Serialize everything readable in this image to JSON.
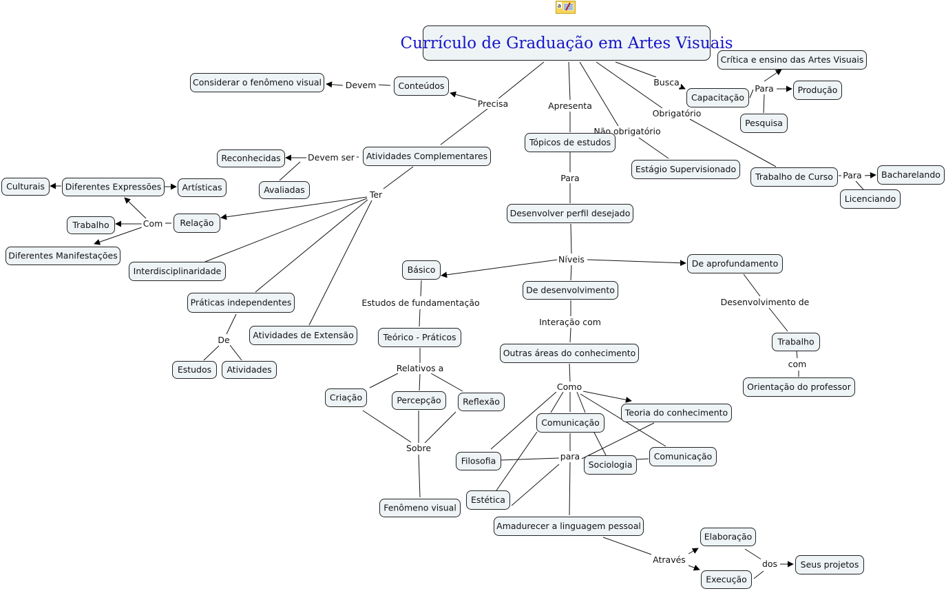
{
  "title": "Currículo de Graduação em Artes Visuais",
  "note_icon": "annotation-note-icon",
  "colors": {
    "title_text": "#1515c8",
    "node_fill": "#eef3f5",
    "node_border": "#222222",
    "line": "#111111"
  },
  "nodes": [
    {
      "id": "root",
      "label": "Currículo de Graduação em Artes Visuais"
    },
    {
      "id": "critica",
      "label": "Crítica e ensino das Artes Visuais"
    },
    {
      "id": "capacitacao",
      "label": "Capacitação"
    },
    {
      "id": "producao",
      "label": "Produção"
    },
    {
      "id": "pesquisa",
      "label": "Pesquisa"
    },
    {
      "id": "considerar",
      "label": "Considerar o fenômeno visual"
    },
    {
      "id": "conteudos",
      "label": "Conteúdos"
    },
    {
      "id": "topicos",
      "label": "Tópicos de estudos"
    },
    {
      "id": "estagio",
      "label": "Estágio Supervisionado"
    },
    {
      "id": "trabcurso",
      "label": "Trabalho de Curso"
    },
    {
      "id": "bacharelando",
      "label": "Bacharelando"
    },
    {
      "id": "licenciando",
      "label": "Licenciando"
    },
    {
      "id": "reconhecidas",
      "label": "Reconhecidas"
    },
    {
      "id": "ativcompl",
      "label": "Atividades Complementares"
    },
    {
      "id": "avaliadas",
      "label": "Avaliadas"
    },
    {
      "id": "culturais",
      "label": "Culturais"
    },
    {
      "id": "difexpr",
      "label": "Diferentes Expressões"
    },
    {
      "id": "artisticas",
      "label": "Artísticas"
    },
    {
      "id": "trabalho1",
      "label": "Trabalho"
    },
    {
      "id": "relacao",
      "label": "Relação"
    },
    {
      "id": "difmanif",
      "label": "Diferentes Manifestações"
    },
    {
      "id": "interdisc",
      "label": "Interdisciplinaridade"
    },
    {
      "id": "praticas",
      "label": "Práticas independentes"
    },
    {
      "id": "ativext",
      "label": "Atividades de Extensão"
    },
    {
      "id": "estudos",
      "label": "Estudos"
    },
    {
      "id": "atividades",
      "label": "Atividades"
    },
    {
      "id": "desenvperfil",
      "label": "Desenvolver perfil desejado"
    },
    {
      "id": "basico",
      "label": "Básico"
    },
    {
      "id": "dedesenv",
      "label": "De desenvolvimento"
    },
    {
      "id": "deaprof",
      "label": "De aprofundamento"
    },
    {
      "id": "teorico",
      "label": "Teórico - Práticos"
    },
    {
      "id": "outrasareas",
      "label": "Outras áreas do conhecimento"
    },
    {
      "id": "trabalho2",
      "label": "Trabalho"
    },
    {
      "id": "orientacao",
      "label": "Orientação do professor"
    },
    {
      "id": "criacao",
      "label": "Criação"
    },
    {
      "id": "percepcao",
      "label": "Percepção"
    },
    {
      "id": "reflexao",
      "label": "Reflexão"
    },
    {
      "id": "teoriaconh",
      "label": "Teoria do conhecimento"
    },
    {
      "id": "comunicacao1",
      "label": "Comunicação"
    },
    {
      "id": "filosofia",
      "label": "Filosofia"
    },
    {
      "id": "sociologia",
      "label": "Sociologia"
    },
    {
      "id": "comunicacao2",
      "label": "Comunicação"
    },
    {
      "id": "estetica",
      "label": "Estética"
    },
    {
      "id": "fenomeno",
      "label": "Fenômeno visual"
    },
    {
      "id": "amadurecer",
      "label": "Amadurecer a linguagem pessoal"
    },
    {
      "id": "elaboracao",
      "label": "Elaboração"
    },
    {
      "id": "execucao",
      "label": "Execução"
    },
    {
      "id": "seusprojetos",
      "label": "Seus projetos"
    }
  ],
  "link_labels": [
    {
      "id": "busca",
      "label": "Busca"
    },
    {
      "id": "para1",
      "label": "Para"
    },
    {
      "id": "devem",
      "label": "Devem"
    },
    {
      "id": "precisa",
      "label": "Precisa"
    },
    {
      "id": "apresenta",
      "label": "Apresenta"
    },
    {
      "id": "obrigatorio",
      "label": "Obrigatório"
    },
    {
      "id": "naoobrig",
      "label": "Não obrigatório"
    },
    {
      "id": "para2",
      "label": "Para"
    },
    {
      "id": "devemser",
      "label": "Devem ser"
    },
    {
      "id": "ter",
      "label": "Ter"
    },
    {
      "id": "com1",
      "label": "Com"
    },
    {
      "id": "para3",
      "label": "Para"
    },
    {
      "id": "de",
      "label": "De"
    },
    {
      "id": "niveis",
      "label": "Níveis"
    },
    {
      "id": "estfund",
      "label": "Estudos  de fundamentação"
    },
    {
      "id": "interacao",
      "label": "Interação com"
    },
    {
      "id": "desenvde",
      "label": "Desenvolvimento de"
    },
    {
      "id": "com2",
      "label": "com"
    },
    {
      "id": "relativos",
      "label": "Relativos a"
    },
    {
      "id": "como",
      "label": "Como"
    },
    {
      "id": "sobre",
      "label": "Sobre"
    },
    {
      "id": "para4",
      "label": "para"
    },
    {
      "id": "atraves",
      "label": "Através"
    },
    {
      "id": "dos",
      "label": "dos"
    }
  ]
}
